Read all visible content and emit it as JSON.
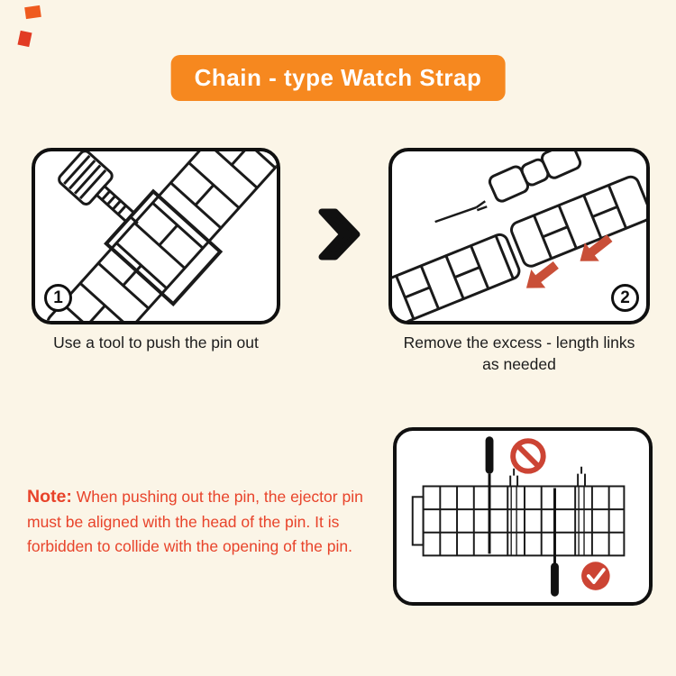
{
  "page": {
    "title": "Chain - type Watch Strap"
  },
  "steps": [
    {
      "number": "1",
      "caption": "Use a tool to push the pin out"
    },
    {
      "number": "2",
      "caption": "Remove the excess - length links as needed"
    }
  ],
  "note": {
    "label": "Note:",
    "text": " When pushing out the pin, the ejector pin must be aligned with the head of the pin. It is forbidden to collide with the opening of the pin."
  },
  "icons": {
    "between_steps": "chevron-right-icon",
    "wrong_mark": "prohibited-icon",
    "right_mark": "check-icon",
    "gap_pointers": "red-arrow-icon"
  },
  "colors": {
    "background": "#fbf5e7",
    "accent_orange": "#f6881f",
    "note_red": "#e8432a",
    "arrow_red": "#c94f38",
    "ink": "#101010",
    "panel_bg": "#ffffff"
  }
}
